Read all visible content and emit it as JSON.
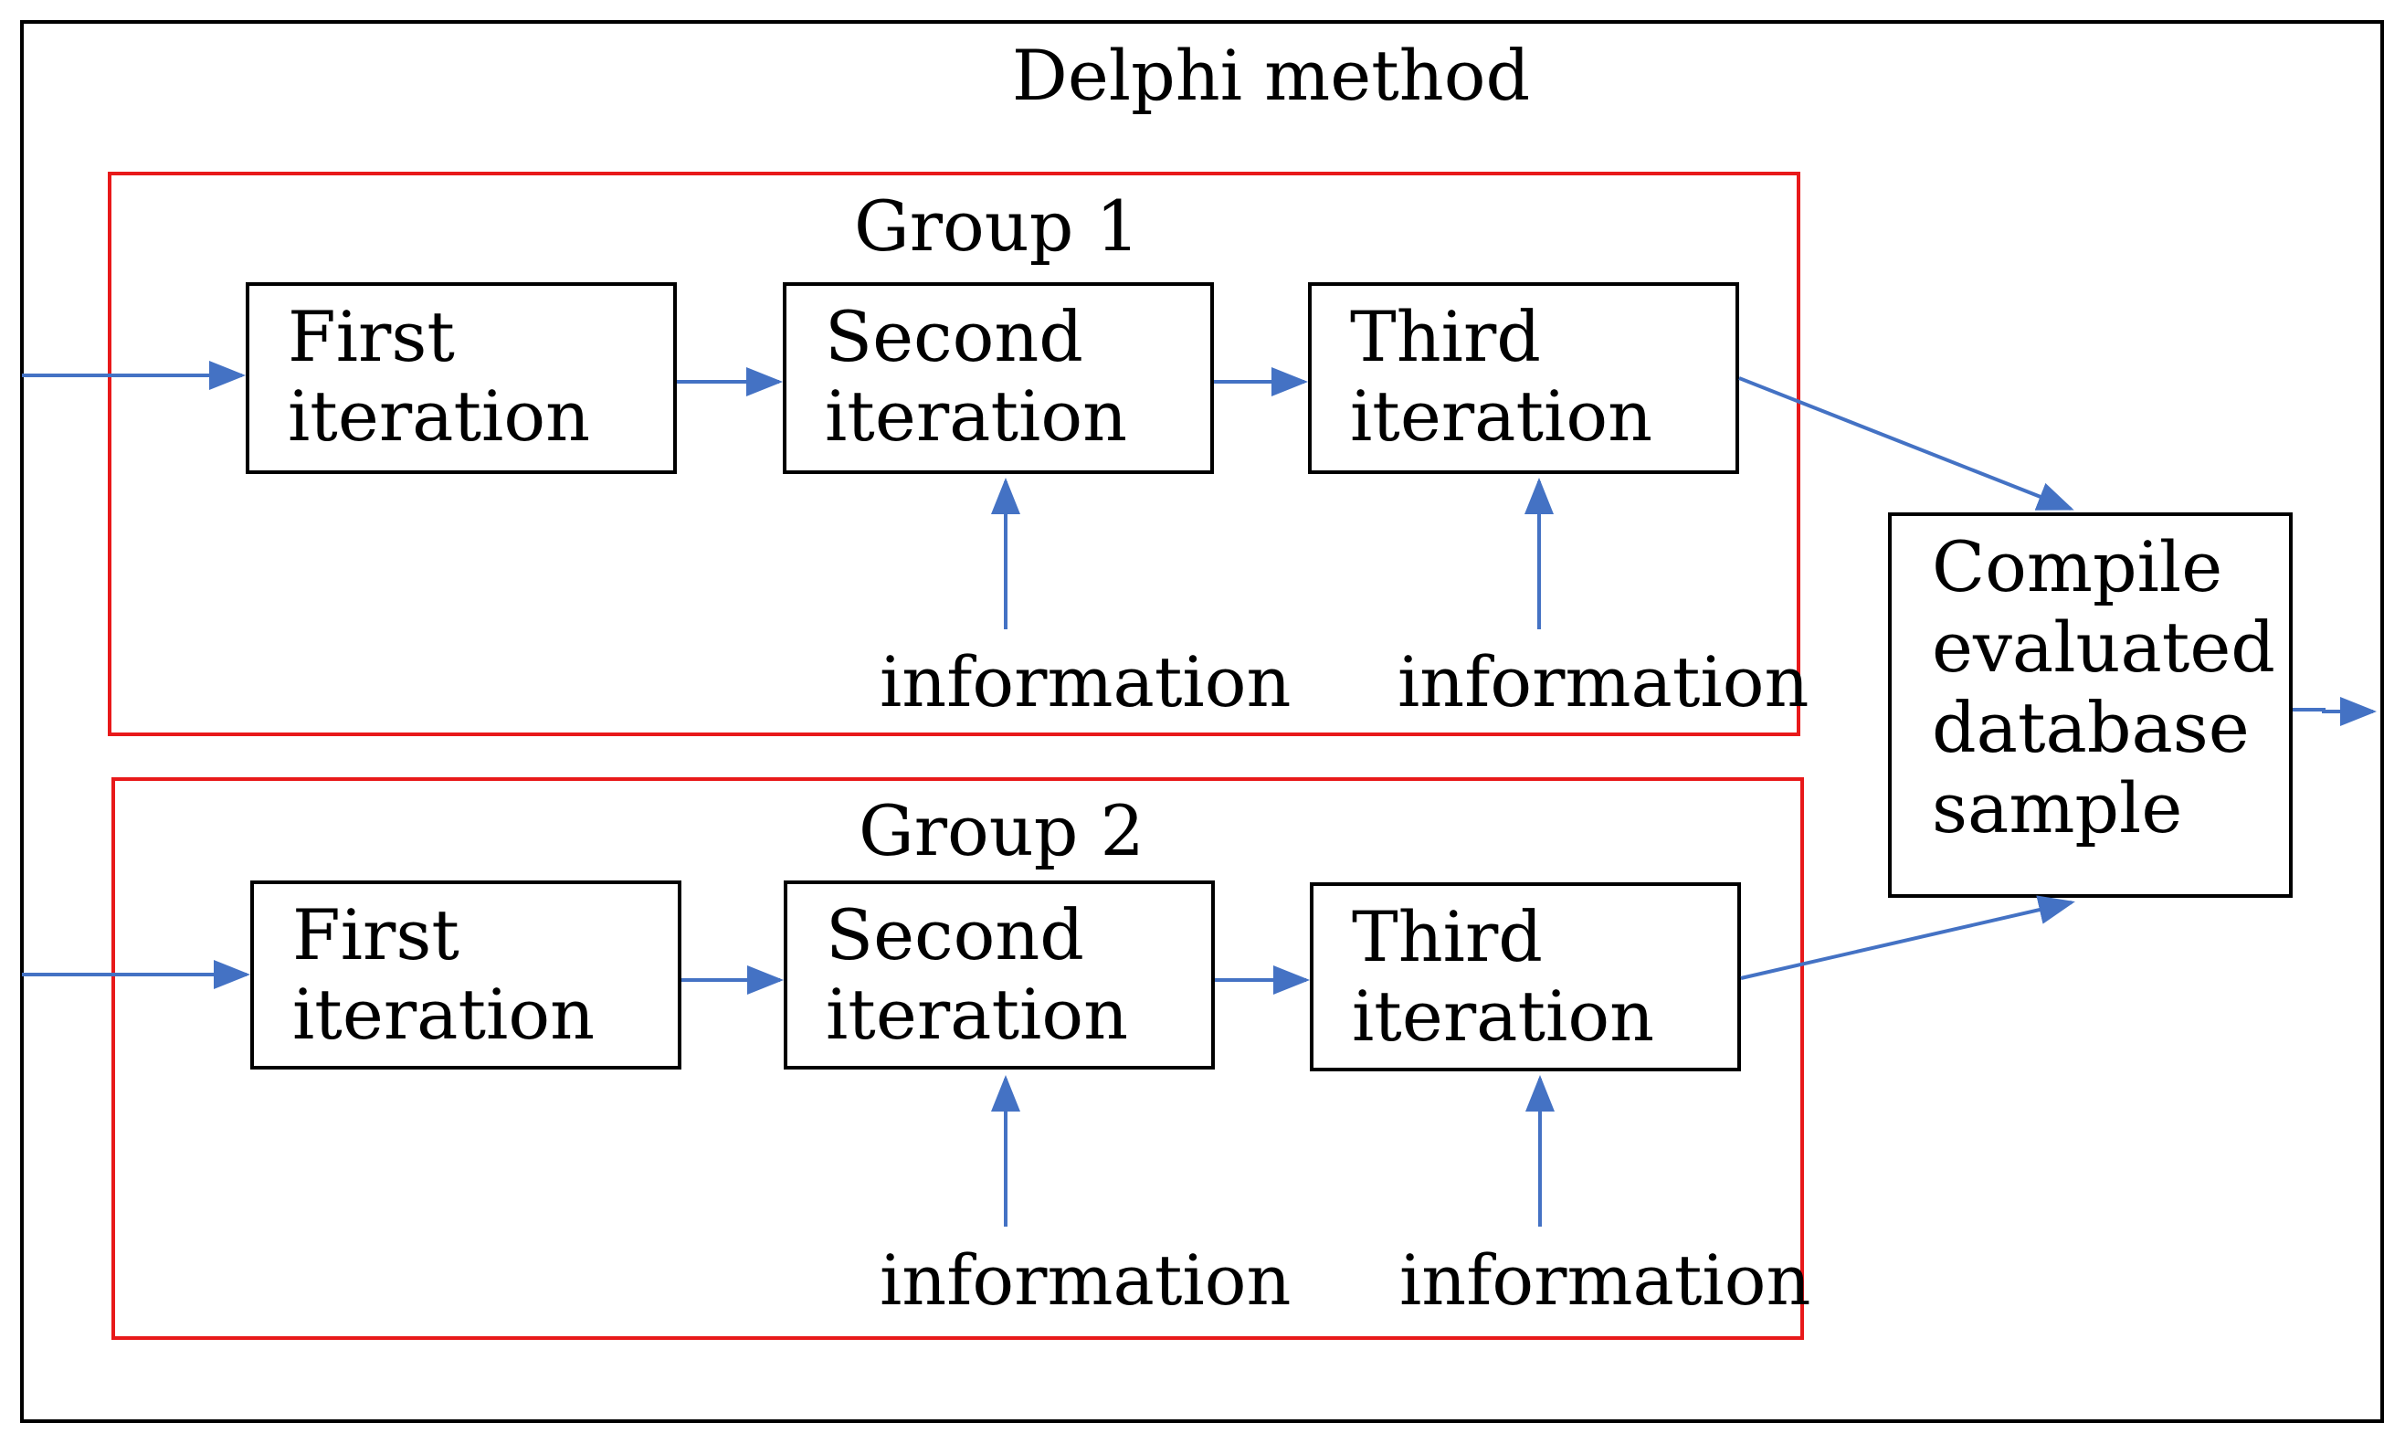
{
  "title": "Delphi method",
  "groups": [
    {
      "label": "Group 1",
      "steps": [
        "First\niteration",
        "Second\niteration",
        "Third\niteration"
      ],
      "inputs": [
        "information",
        "information"
      ]
    },
    {
      "label": "Group 2",
      "steps": [
        "First\niteration",
        "Second\niteration",
        "Third\niteration"
      ],
      "inputs": [
        "information",
        "information"
      ]
    }
  ],
  "output": {
    "label": "Compile\nevaluated\ndatabase\nsample"
  },
  "colors": {
    "arrow": "#4472c4",
    "group_border": "#e8191a",
    "box_border": "#000000"
  }
}
